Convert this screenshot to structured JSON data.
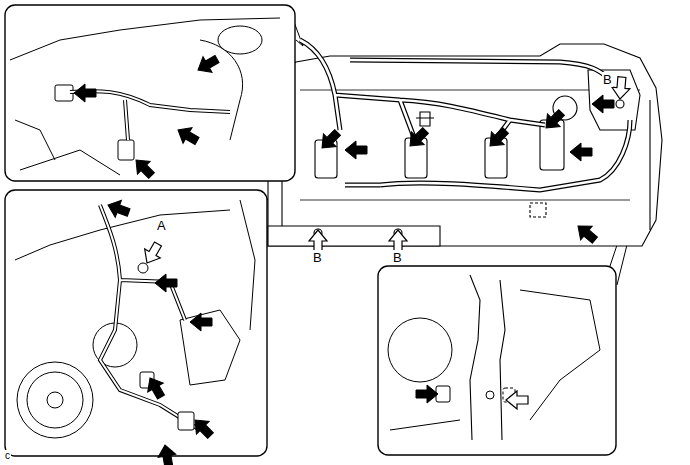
{
  "diagram": {
    "labels": [
      "B",
      "A",
      "B",
      "B",
      "c"
    ]
  }
}
